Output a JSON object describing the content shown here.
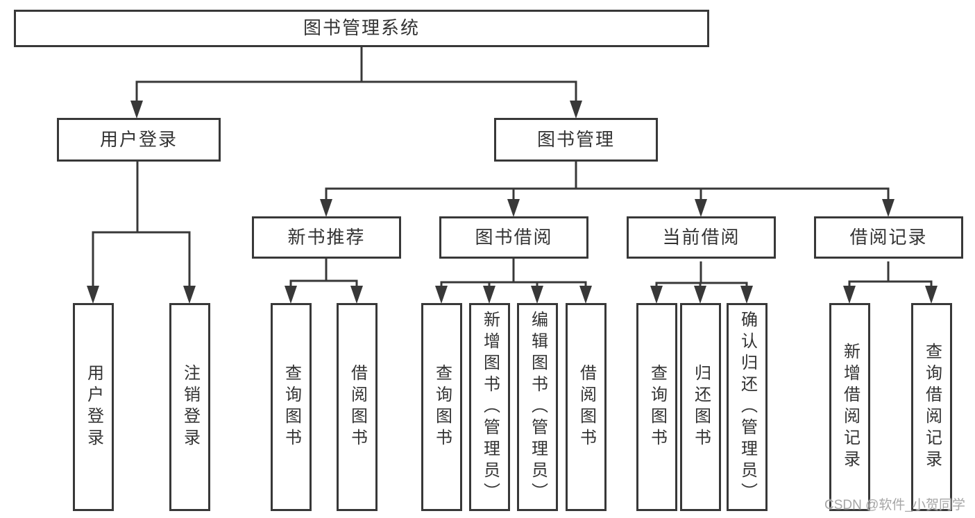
{
  "diagram": {
    "root": "图书管理系统",
    "children": [
      {
        "label": "用户登录",
        "children": [
          "用户登录",
          "注销登录"
        ]
      },
      {
        "label": "图书管理",
        "children": [
          {
            "label": "新书推荐",
            "children": [
              "查询图书",
              "借阅图书"
            ]
          },
          {
            "label": "图书借阅",
            "children": [
              "查询图书",
              "新增图书（管理员）",
              "编辑图书（管理员）",
              "借阅图书"
            ]
          },
          {
            "label": "当前借阅",
            "children": [
              "查询图书",
              "归还图书",
              "确认归还（管理员）"
            ]
          },
          {
            "label": "借阅记录",
            "children": [
              "新增借阅记录",
              "查询借阅记录"
            ]
          }
        ]
      }
    ]
  },
  "watermark": "CSDN @软件_小贺同学",
  "colors": {
    "line": "#383838",
    "text": "#333333",
    "watermark": "#a6a6a6",
    "background": "#ffffff"
  }
}
